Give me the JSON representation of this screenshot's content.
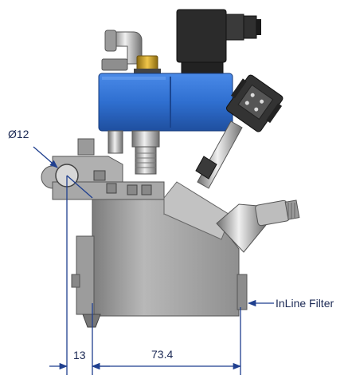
{
  "annotations": {
    "diameter": "Ø12",
    "dim_left": "13",
    "dim_main": "73.4",
    "callout": "InLine Filter"
  },
  "colors": {
    "body_gray": "#a9a9a9",
    "solenoid_blue": "#2f6fd0",
    "connector_dark": "#2b2b2b",
    "dimension_line": "#1f3f8f",
    "text": "#1c2a55"
  },
  "icons": [
    "solenoid-valve-assembly-icon",
    "dimension-arrow-icon"
  ]
}
